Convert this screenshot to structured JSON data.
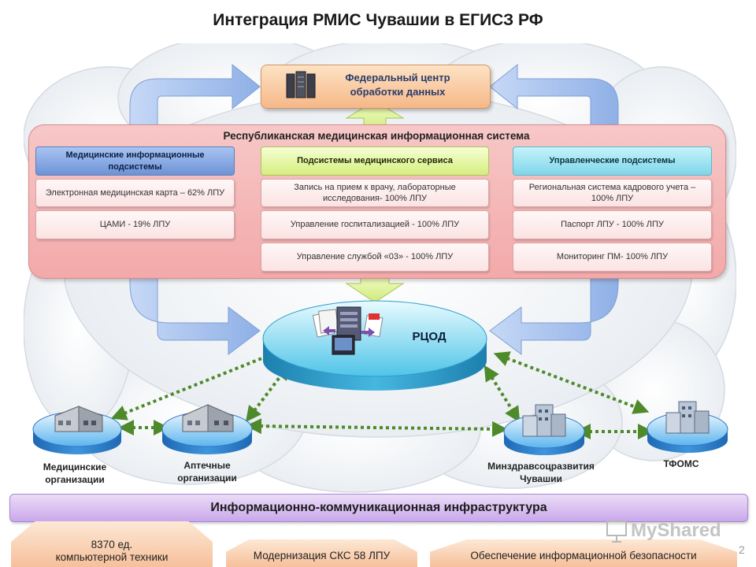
{
  "title": "Интеграция РМИС Чувашии в ЕГИСЗ РФ",
  "federal_center": {
    "line1": "Федеральный центр",
    "line2": "обработки данных"
  },
  "rmis": {
    "title": "Республиканская медицинская информационная система",
    "columns": [
      {
        "header": "Медицинские информационные подсистемы",
        "items": [
          "Электронная медицинская карта – 62% ЛПУ",
          "ЦАМИ - 19% ЛПУ"
        ]
      },
      {
        "header": "Подсистемы медицинского сервиса",
        "items": [
          "Запись на прием к врачу, лабораторные исследования- 100% ЛПУ",
          "Управление госпитализацией - 100% ЛПУ",
          "Управление службой «03» - 100% ЛПУ"
        ]
      },
      {
        "header": "Управленческие подсистемы",
        "items": [
          "Региональная система кадрового учета – 100% ЛПУ",
          "Паспорт ЛПУ - 100% ЛПУ",
          "Мониторинг ПМ- 100% ЛПУ"
        ]
      }
    ]
  },
  "rcod": "РЦОД",
  "organizations": [
    {
      "line1": "Медицинские",
      "line2": "организации"
    },
    {
      "line1": "Аптечные",
      "line2": "организации"
    },
    {
      "line1": "Минздравсоцразвития",
      "line2": "Чувашии"
    },
    {
      "line1": "ТФОМС",
      "line2": ""
    }
  ],
  "infrastructure": "Информационно-коммуникационная инфраструктура",
  "bottom_items": [
    {
      "line1": "8370 ед.",
      "line2": "компьютерной техники"
    },
    {
      "line1": "Модернизация СКС 58 ЛПУ",
      "line2": ""
    },
    {
      "line1": "Обеспечение информационной безопасности",
      "line2": ""
    }
  ],
  "watermark": "MyShared",
  "page_number": "2",
  "colors": {
    "panel_pink": "#f3a9a9",
    "header_blue": "#6d93d6",
    "header_green": "#d5ee7f",
    "header_cyan": "#7fd6ea",
    "arrow_blue": "#9ab7ea",
    "arrow_green": "#d8f08c",
    "dotted_green": "#4e8a2a",
    "disc_cyan": "#4fc4e8",
    "infra_purple": "#c9a8ea",
    "bottom_peach": "#f6c09a"
  }
}
